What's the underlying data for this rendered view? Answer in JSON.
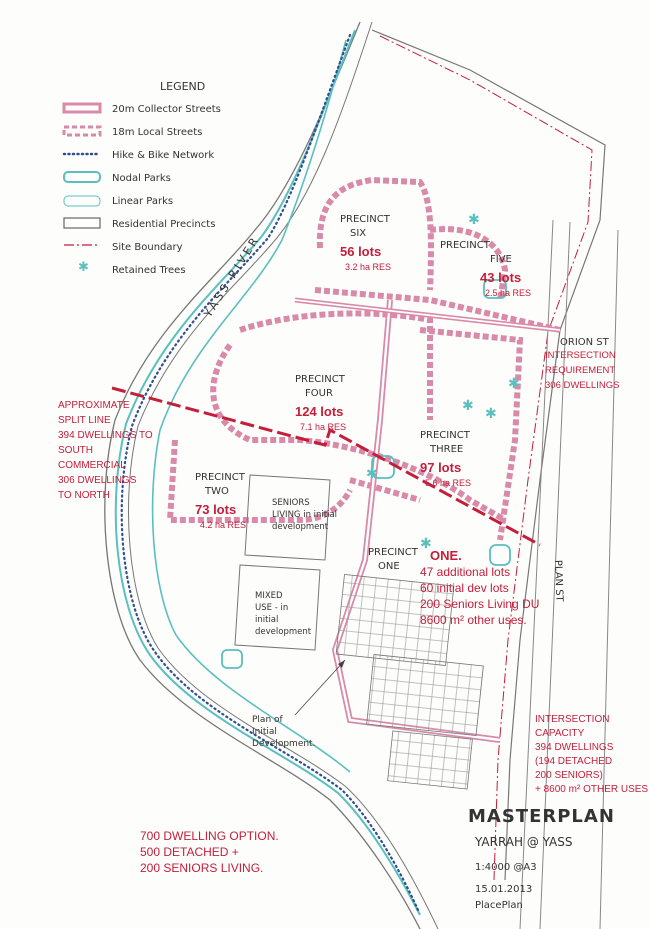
{
  "legend": {
    "title": "LEGEND",
    "items": [
      {
        "label": "20m Collector Streets",
        "icon": "double-pink-line"
      },
      {
        "label": "18m Local Streets",
        "icon": "segmented-pink-line"
      },
      {
        "label": "Hike & Bike Network",
        "icon": "blue-dotted-line"
      },
      {
        "label": "Nodal Parks",
        "icon": "teal-rounded-box"
      },
      {
        "label": "Linear Parks",
        "icon": "teal-thin-box"
      },
      {
        "label": "Residential Precincts",
        "icon": "grey-box"
      },
      {
        "label": "Site Boundary",
        "icon": "pink-dash-dot-line"
      },
      {
        "label": "Retained Trees",
        "icon": "teal-asterisk"
      }
    ]
  },
  "labels": {
    "river": "YASS RIVER",
    "street_plan": "PLAN ST",
    "street_orion": "ORION ST"
  },
  "precincts": [
    {
      "name": "PRECINCT SIX",
      "lots": "56 lots",
      "density": "3.2 ha RES"
    },
    {
      "name": "PRECINCT FIVE",
      "lots": "43 lots",
      "density": "2.5 ha RES"
    },
    {
      "name": "PRECINCT FOUR",
      "lots": "124 lots",
      "density": "7.1 ha RES"
    },
    {
      "name": "PRECINCT THREE",
      "lots": "97 lots",
      "density": "5.6 ha RES"
    },
    {
      "name": "PRECINCT TWO",
      "lots": "73 lots",
      "density": "4.2 ha RES"
    },
    {
      "name": "PRECINCT ONE",
      "lots": "",
      "density": ""
    }
  ],
  "notes": {
    "seniors": [
      "SENIORS",
      "LIVING in initial",
      "development"
    ],
    "mixed_use": [
      "MIXED",
      "USE - in",
      "initial",
      "development"
    ],
    "initial_plan": [
      "Plan of",
      "Initial",
      "Development."
    ]
  },
  "annotations": {
    "split_line": [
      "APPROXIMATE",
      "SPLIT LINE",
      "394 DWELLINGS TO",
      "SOUTH",
      "COMMERCIAL",
      "306 DWELLINGS",
      "TO NORTH"
    ],
    "intersection_requirement": [
      "INTERSECTION",
      "REQUIREMENT",
      "306 DWELLINGS"
    ],
    "precinct_one": [
      "ONE.",
      "47 additional lots",
      "60 initial dev lots",
      "200 Seniors Living DU",
      "8600 m² other uses."
    ],
    "intersection_capacity": [
      "INTERSECTION",
      "CAPACITY",
      "394 DWELLINGS",
      "(194 DETACHED",
      "200 SENIORS)",
      "+ 8600 m² OTHER USES"
    ],
    "option": [
      "700 DWELLING OPTION.",
      "500 DETACHED +",
      "200 SENIORS LIVING."
    ]
  },
  "title_block": {
    "title": "MASTERPLAN",
    "subtitle": "YARRAH @ YASS",
    "scale": "1:4000 @A3",
    "date": "15.01.2013",
    "author": "PlacePlan"
  },
  "colors": {
    "collector": "#d98aa8",
    "annotation": "#c41e3a",
    "park": "#5bbfbf",
    "path": "#2f4f8f",
    "outline": "#6b6b6b"
  }
}
